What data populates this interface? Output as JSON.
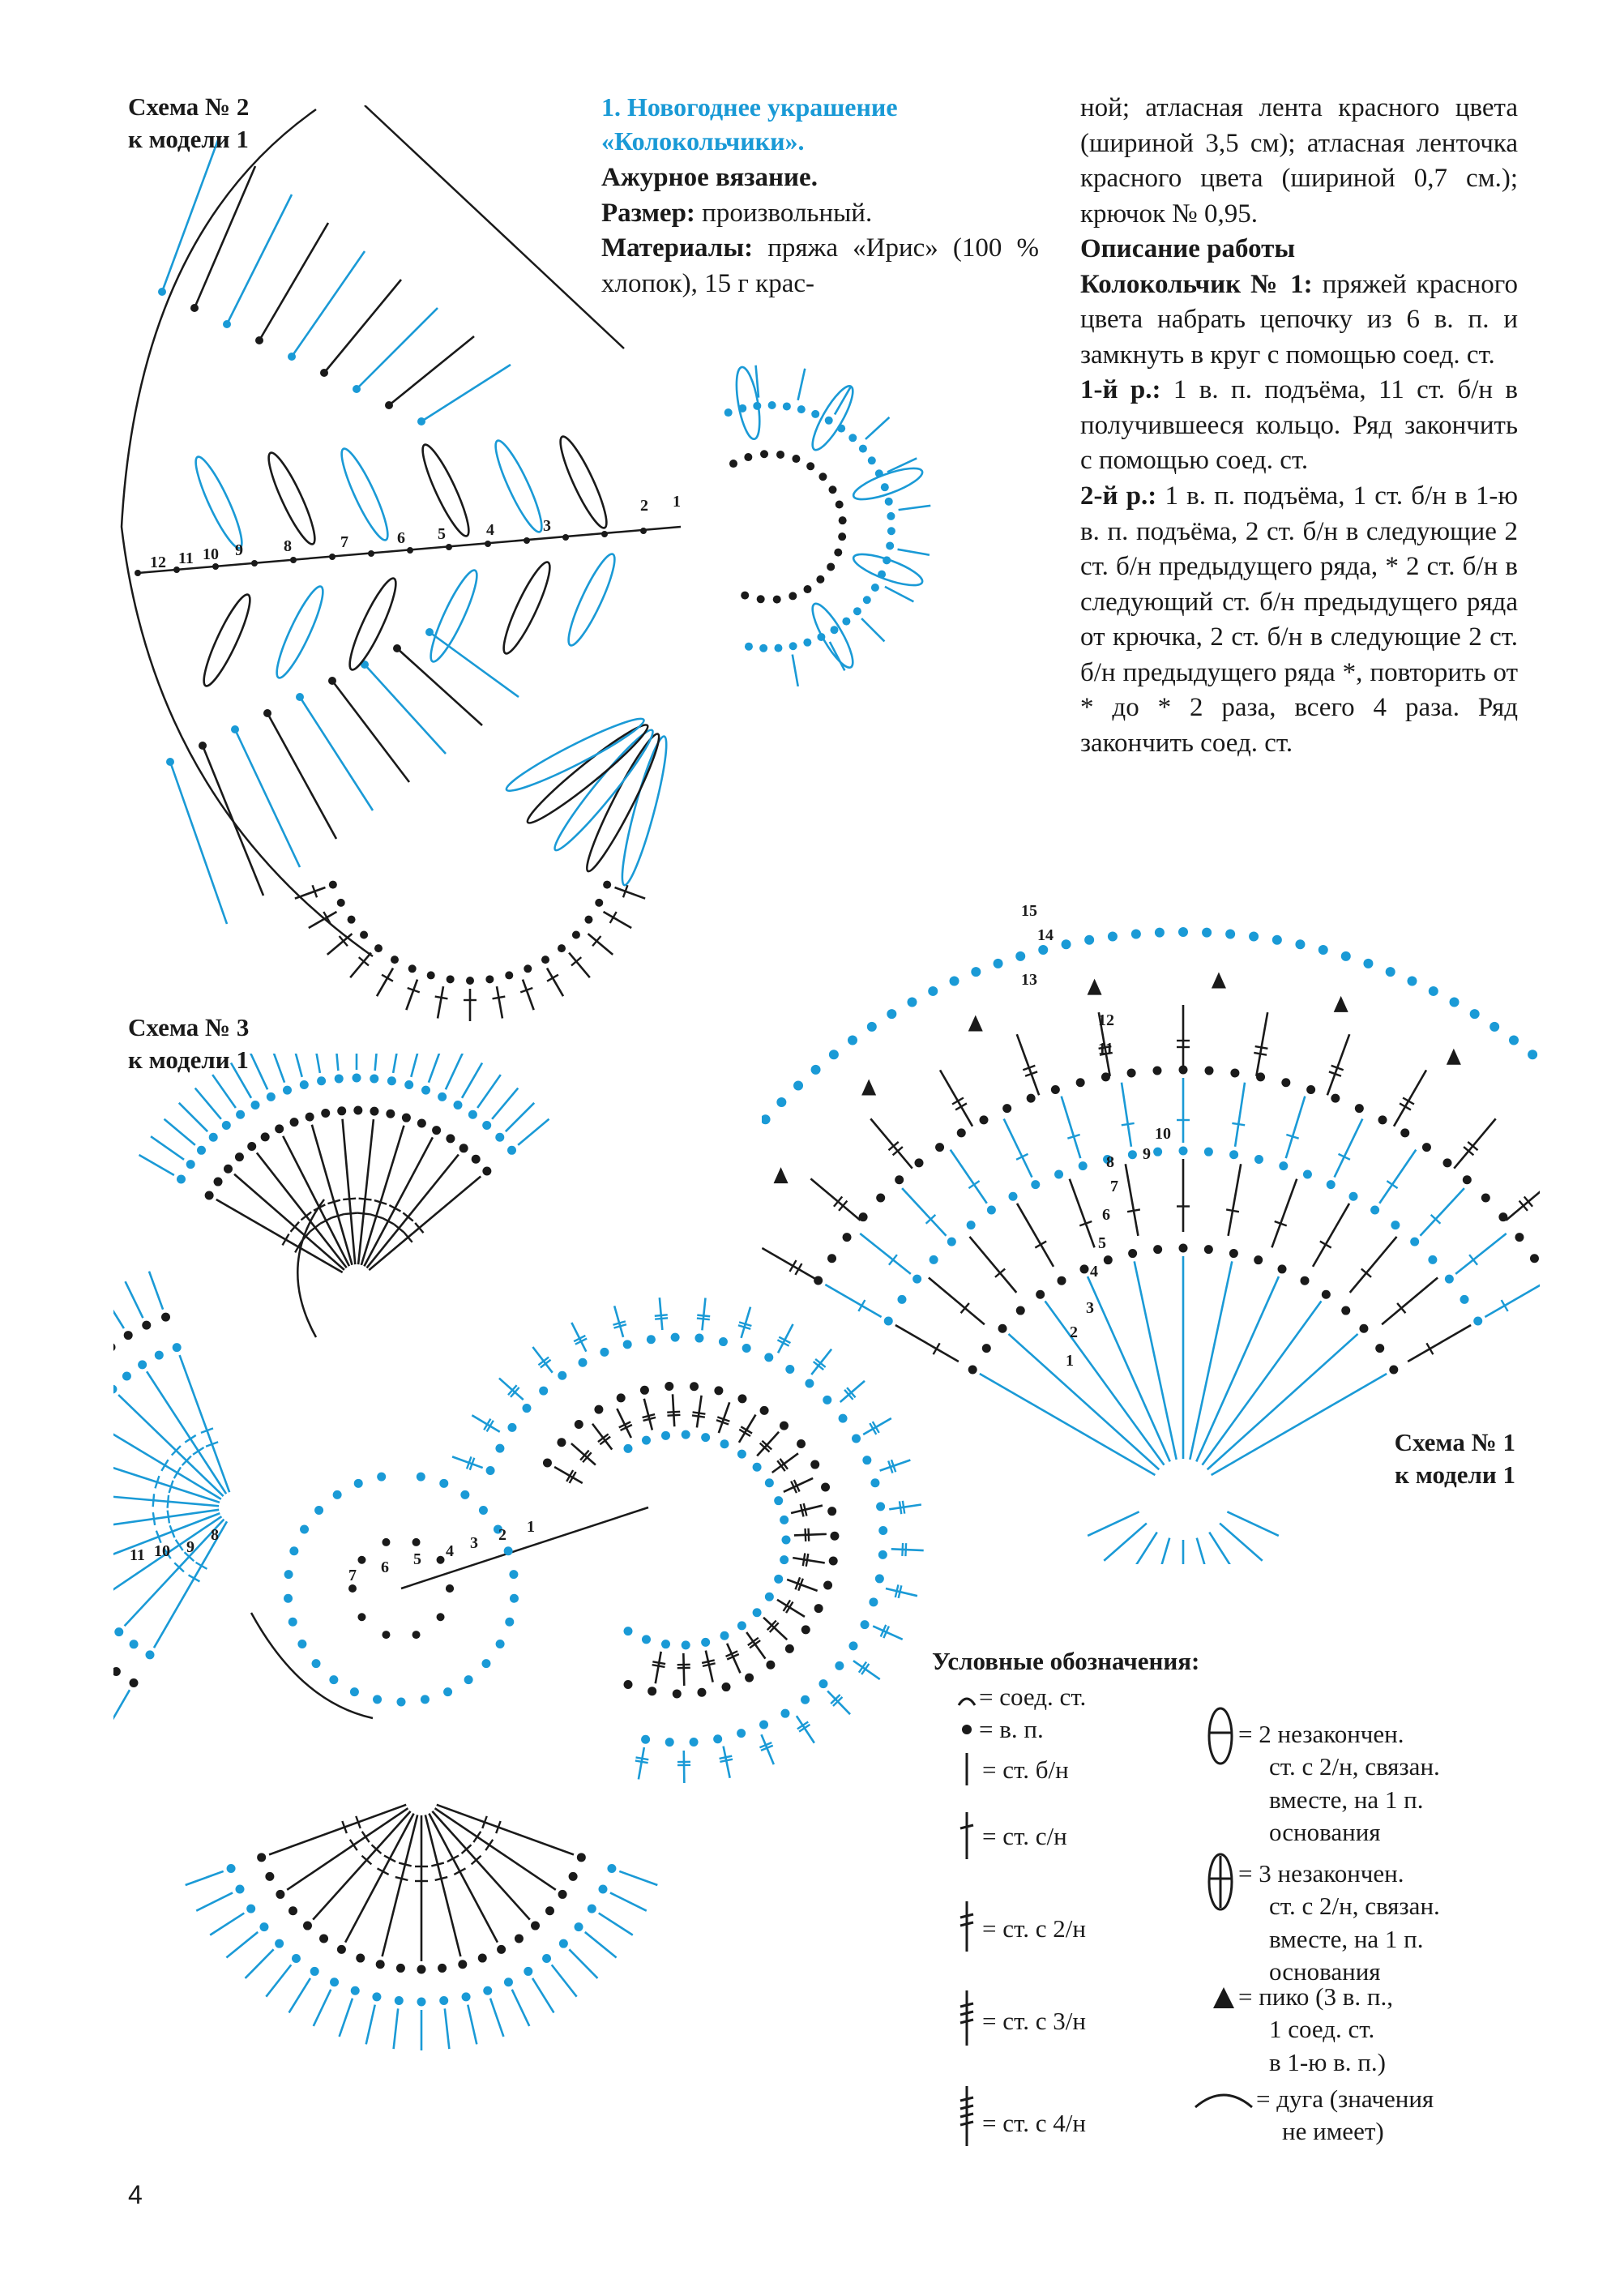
{
  "captions": {
    "scheme2": [
      "Схема № 2",
      "к модели 1"
    ],
    "scheme3": [
      "Схема № 3",
      "к модели 1"
    ],
    "scheme1": [
      "Схема № 1",
      "к модели 1"
    ]
  },
  "title": [
    "1. Новогоднее украшение",
    "«Колокольчики»."
  ],
  "article": {
    "openwork": "Ажурное вязание.",
    "size_label": "Размер:",
    "size_value": "произвольный.",
    "materials_label": "Материалы:",
    "materials_text": "пряжа «Ирис» (100 % хлопок), 15 г крас-",
    "materials_cont": "ной; атласная лента красного цвета (шириной 3,5 см); атласная ленточка красного цвета (шириной 0,7 см.); крючок № 0,95.",
    "work_heading": "Описание работы",
    "bell1_label": "Колокольчик № 1:",
    "bell1_text": "пряжей красного цвета набрать цепочку из 6 в. п. и замкнуть в круг с помощью соед. ст.",
    "row1_label": "1-й р.:",
    "row1_text": "1 в. п. подъёма, 11 ст. б/н в получившееся кольцо. Ряд закончить с помощью соед. ст.",
    "row2_label": "2-й р.:",
    "row2_text": "1 в. п. подъёма, 1 ст. б/н в 1-ю в. п. подъёма, 2 ст. б/н в следующие 2 ст. б/н предыдущего ряда, * 2 ст. б/н в следующий ст. б/н предыдущего ряда от крючка, 2 ст. б/н в следующие 2 ст. б/н предыдущего ряда *, повторить от * до * 2 раза, всего 4 раза. Ряд закончить соед. ст."
  },
  "legend": {
    "title": "Условные обозначения:",
    "items_left": [
      {
        "icon": "slip-stitch-icon",
        "text": "= соед. ст."
      },
      {
        "icon": "chain-icon",
        "text": "= в. п."
      },
      {
        "icon": "single-crochet-icon",
        "text": "= ст. б/н"
      },
      {
        "icon": "double-crochet-icon",
        "text": "= ст. с/н"
      },
      {
        "icon": "treble-crochet-icon",
        "text": "= ст. с 2/н"
      },
      {
        "icon": "triple-treble-icon",
        "text": "= ст. с 3/н"
      },
      {
        "icon": "quadruple-treble-icon",
        "text": "= ст. с 4/н"
      }
    ],
    "items_right": [
      {
        "icon": "cluster-2-icon",
        "lines": [
          "= 2 незакончен.",
          "ст. с 2/н, связан.",
          "вместе, на 1 п.",
          "основания"
        ]
      },
      {
        "icon": "cluster-3-icon",
        "lines": [
          "= 3 незакончен.",
          "ст. с 2/н, связан.",
          "вместе, на 1 п.",
          "основания"
        ]
      },
      {
        "icon": "picot-icon",
        "lines": [
          "= пико (3 в. п.,",
          "1 соед. ст.",
          "в 1-ю в. п.)"
        ]
      },
      {
        "icon": "arc-icon",
        "lines": [
          "= дуга (значения",
          "не имеет)"
        ]
      }
    ]
  },
  "scheme1_rows": [
    "1",
    "2",
    "3",
    "4",
    "5",
    "6",
    "7",
    "8",
    "9",
    "10",
    "11",
    "12",
    "13",
    "14",
    "15"
  ],
  "scheme2_rows": [
    "1",
    "2",
    "3",
    "4",
    "5",
    "6",
    "7",
    "8",
    "9",
    "10",
    "11",
    "12"
  ],
  "scheme3_rows": [
    "1",
    "2",
    "3",
    "4",
    "5",
    "6",
    "7",
    "8",
    "9",
    "10",
    "11"
  ],
  "page_number": "4",
  "colors": {
    "blue": "#1a9ad6",
    "black": "#1a1a1a"
  }
}
